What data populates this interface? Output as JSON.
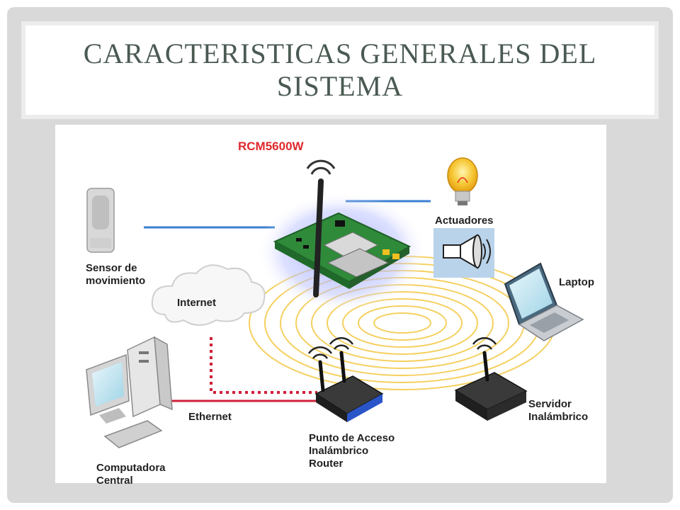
{
  "slide": {
    "title": "CARACTERISTICAS GENERALES DEL SISTEMA"
  },
  "diagram": {
    "module_label": "RCM5600W",
    "sensor_label": "Sensor de\nmovimiento",
    "actuators_label": "Actuadores",
    "laptop_label": "Laptop",
    "internet_label": "Internet",
    "computer_label": "Computadora\nCentral",
    "ethernet_label": "Ethernet",
    "access_point_label": "Punto de Acceso\nInalámbrico\nRouter",
    "server_label": "Servidor\nInalámbrico",
    "colors": {
      "module_label": "#e0282e",
      "wireless_link": "#3b7fd0",
      "ethernet_link": "#d0203a",
      "signal_rings": "#f5d060",
      "board": "#2f8a3a"
    }
  }
}
